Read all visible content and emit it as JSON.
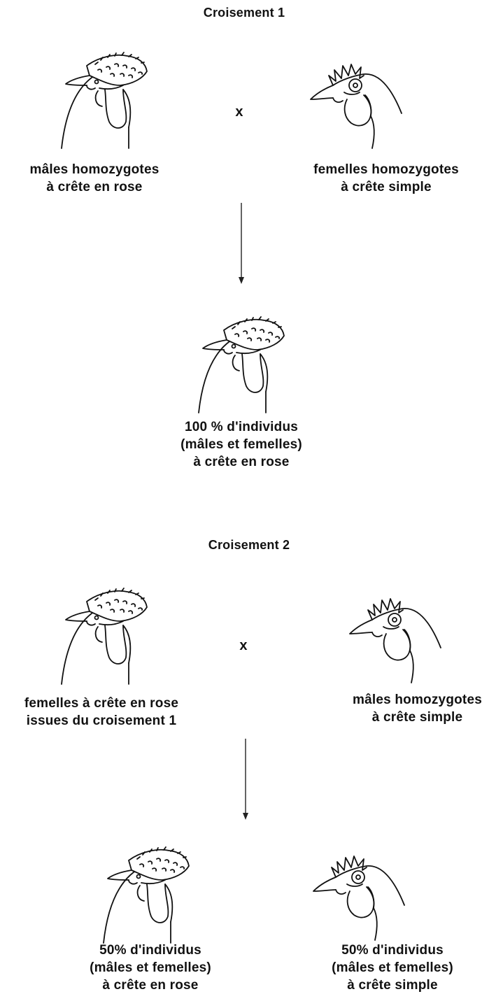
{
  "cross1": {
    "title": "Croisement 1",
    "cross_symbol": "x",
    "parent_left": [
      "mâles  homozygotes",
      "à crête en rose"
    ],
    "parent_right": [
      "femelles  homozygotes",
      "à crête simple"
    ],
    "offspring": [
      "100 %  d'individus",
      "(mâles et femelles)",
      "à crête en rose"
    ]
  },
  "cross2": {
    "title": "Croisement 2",
    "cross_symbol": "x",
    "parent_left": [
      "femelles  à crête en rose",
      "issues  du croisement 1"
    ],
    "parent_right": [
      "mâles  homozygotes",
      "à crête simple"
    ],
    "offspring_left": [
      "50% d'individus",
      "(mâles et femelles)",
      "à crête en rose"
    ],
    "offspring_right": [
      "50% d'individus",
      "(mâles et femelles)",
      "à crête simple"
    ]
  }
}
